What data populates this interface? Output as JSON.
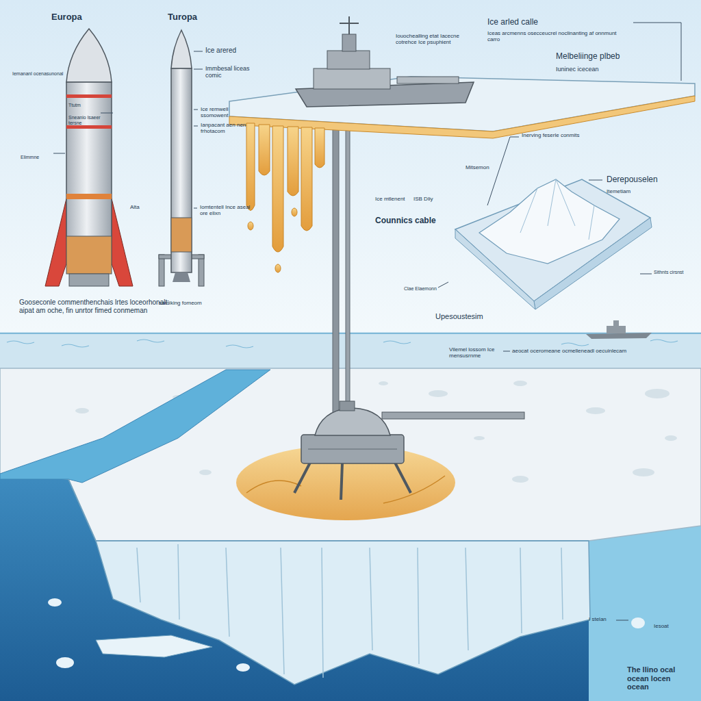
{
  "diagram": {
    "labels": [
      "Europa",
      "Turopa",
      "Iemananl ocenasunonal",
      "Ttutm",
      "Sneanio lsaeer tersne",
      "Elimmne",
      "Ice arered",
      "Immbesal liceas comic",
      "Ice remwell ssomowent",
      "Ianpacant aen nen frhotacom",
      "Alta",
      "Iomtentell Ince aseal ore elixn",
      "samiking fomeom",
      "Gooseconle commenthenchais lrtes loceorhonalt: aipat am oche, fin unrtor fimed conmeman",
      "Iouochealling etat Iacecne cotrehce Ice psuphient",
      "Ice arled calle",
      "Iceas arcmenns osecceucrel noclinanting af onnmunt carro",
      "Melbeliinge plbeb",
      "Iuninec icecean",
      "Inerving feserle conmits",
      "Mitsemon",
      "Derepouselen",
      "Itemetiam",
      "Ice mtlenent",
      "ISB Dliy",
      "Counnics cable",
      "Clae Elaemonn",
      "Sithnts cirsnst",
      "Upesoustesim",
      "Vilemel lossom Ice mensusrnme",
      "aeocat oceromeane ocmelleneadl oecuinlecam",
      "I stelan",
      "Iesoat",
      "The llino ocal ocean locen ocean"
    ]
  }
}
